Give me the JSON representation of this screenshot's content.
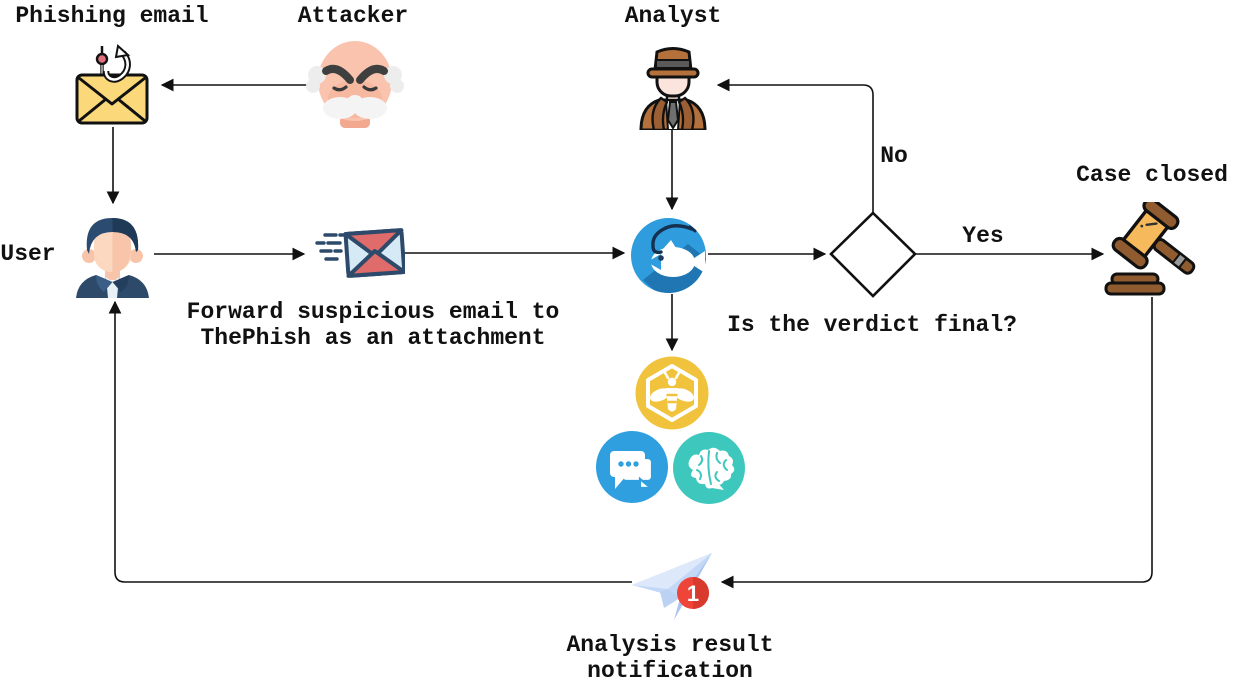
{
  "labels": {
    "phishing_email": "Phishing email",
    "attacker": "Attacker",
    "analyst": "Analyst",
    "user": "User",
    "no": "No",
    "yes": "Yes",
    "case_closed": "Case closed"
  },
  "annotations": {
    "forward_line1": "Forward suspicious email to",
    "forward_line2": "ThePhish as an attachment",
    "verdict_question": "Is the verdict final?",
    "notification_line1": "Analysis result",
    "notification_line2": "notification"
  },
  "notification_badge": {
    "count": "1"
  },
  "icons": {
    "phishing_email": "hooked-envelope-icon",
    "attacker": "old-man-attacker-icon",
    "analyst": "detective-icon",
    "user": "businessman-avatar-icon",
    "forward": "speeding-envelope-icon",
    "thephish": "fish-hook-logo-icon",
    "thehive": "bee-hexagon-icon",
    "chat": "chat-bubbles-icon",
    "cortex": "brain-icon",
    "case_closed": "gavel-icon",
    "notification": "paper-plane-icon"
  },
  "colors": {
    "background": "#ffffff",
    "line": "#111111",
    "text": "#111111",
    "thephish_blue": "#2e9cdd",
    "thephish_shadow": "#2076b3",
    "thehive_yellow": "#f1c33c",
    "chat_blue": "#2f9fe0",
    "brain_teal": "#3ec8bd",
    "badge_red": "#ef4438",
    "phish_envelope_yellow": "#fbd97a",
    "send_envelope_red": "#df6b6b",
    "navy": "#2e4a6b",
    "coat_brown": "#b5713c",
    "gavel_brown": "#8f5b2f",
    "gavel_head_orange": "#f6b95b",
    "plane_light_blue": "#dde9fb"
  }
}
